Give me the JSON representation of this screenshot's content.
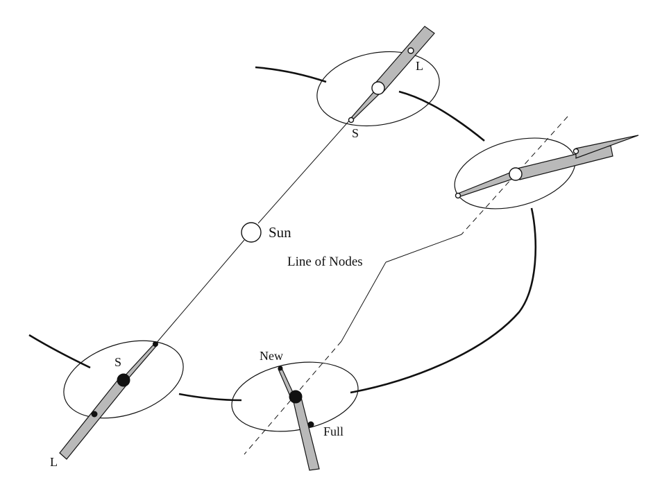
{
  "labels": {
    "sun": "Sun",
    "line_of_nodes": "Line of Nodes",
    "new": "New",
    "full": "Full",
    "s_top": "S",
    "l_top": "L",
    "s_bottom": "S",
    "l_bottom": "L"
  },
  "colors": {
    "ink": "#111111",
    "shadow": "#b9b9b9",
    "background": "#ffffff"
  }
}
